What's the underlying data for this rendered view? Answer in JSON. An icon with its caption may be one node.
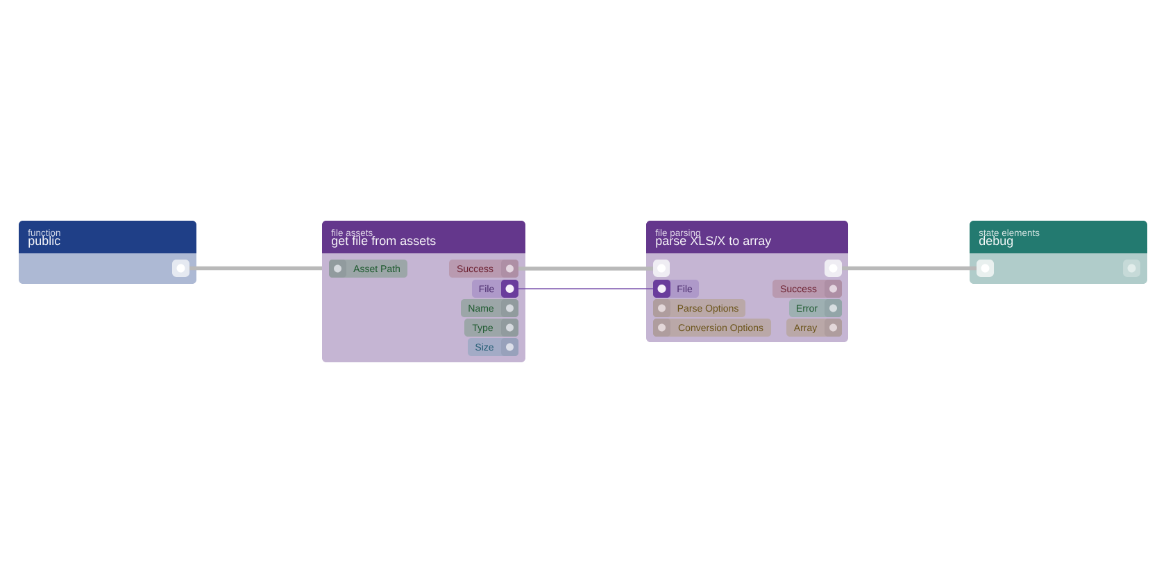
{
  "diagram": {
    "nodes": [
      {
        "text": [
          "function",
          "public"
        ]
      },
      {
        "text": [],
        "shape": "box",
        "in": 0
      },
      {
        "text": [
          "file assets",
          "get file from assets"
        ]
      },
      {
        "text": [
          "Asset Path"
        ],
        "in": 2
      },
      {
        "text": [
          "Success"
        ],
        "in": 2
      },
      {
        "text": [
          "File"
        ],
        "in": 2
      },
      {
        "text": [
          "Name"
        ],
        "in": 2
      },
      {
        "text": [
          "Type"
        ],
        "in": 2
      },
      {
        "text": [
          "Size"
        ],
        "in": 2
      },
      {
        "text": [
          "file parsing",
          "parse XLS/X to array"
        ]
      },
      {
        "text": [],
        "shape": "box",
        "in": 9
      },
      {
        "text": [],
        "shape": "box",
        "in": 9
      },
      {
        "text": [
          "File"
        ],
        "in": 9
      },
      {
        "text": [
          "Success"
        ],
        "in": 9
      },
      {
        "text": [
          "Parse Options"
        ],
        "in": 9
      },
      {
        "text": [
          "Error"
        ],
        "in": 9
      },
      {
        "text": [
          "Conversion Options"
        ],
        "in": 9
      },
      {
        "text": [
          "Array"
        ],
        "in": 9
      },
      {
        "text": [
          "state elements",
          "debug"
        ]
      },
      {
        "text": [],
        "shape": "box",
        "in": 18
      },
      {
        "text": [],
        "shape": "box",
        "in": 18
      }
    ],
    "edges": [
      {
        "from": 1,
        "to": 2,
        "arrow": "none"
      },
      {
        "from": 4,
        "to": 10,
        "arrow": "none"
      },
      {
        "from": 5,
        "to": 12,
        "arrow": "none",
        "color": "#7a52ad"
      },
      {
        "from": 11,
        "to": 19,
        "arrow": "none"
      }
    ]
  }
}
